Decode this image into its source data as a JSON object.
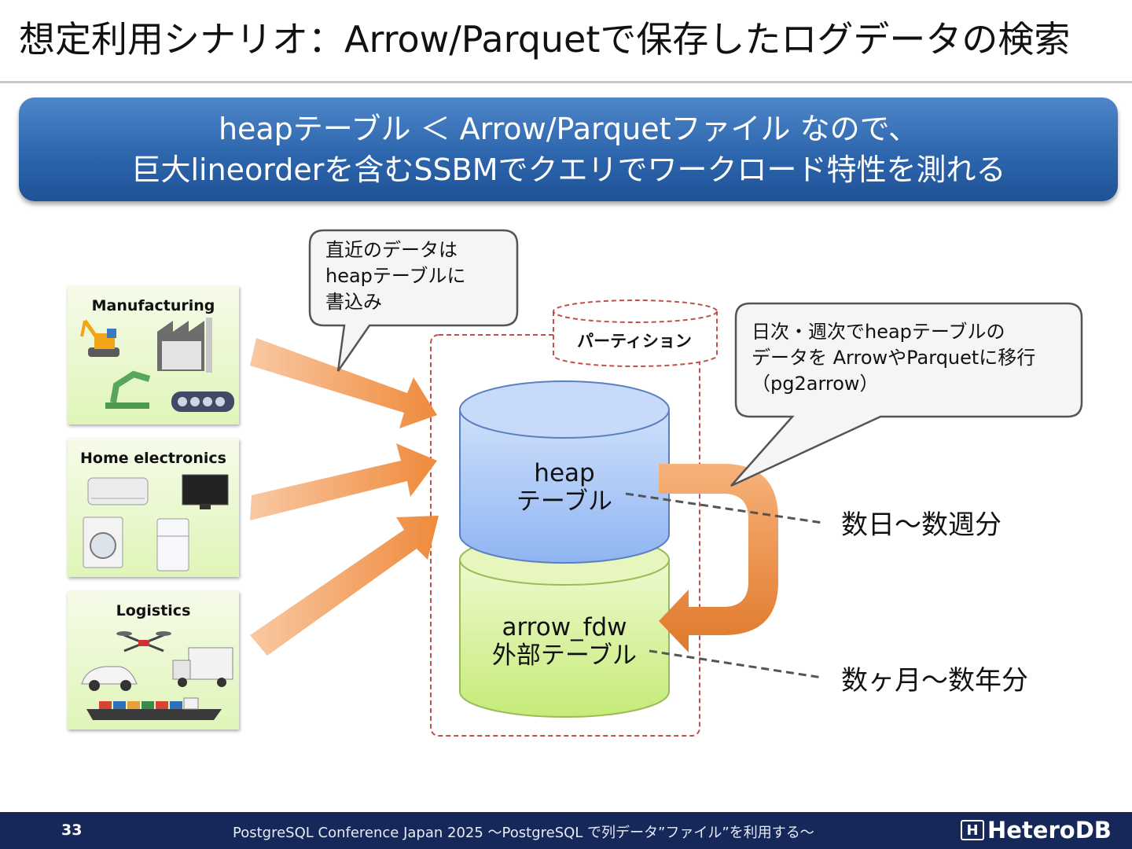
{
  "title": "想定利用シナリオ：Arrow/Parquetで保存したログデータの検索",
  "banner": {
    "line1": "heapテーブル ＜ Arrow/Parquetファイル なので、",
    "line2": "巨大lineorderを含むSSBMでクエリでワークロード特性を測れる"
  },
  "sources": [
    {
      "label": "Manufacturing"
    },
    {
      "label": "Home electronics"
    },
    {
      "label": "Logistics"
    }
  ],
  "callouts": {
    "recent": [
      "直近のデータは",
      "heapテーブルに",
      "書込み"
    ],
    "migrate": [
      "日次・週次でheapテーブルの",
      "データを ArrowやParquetに移行",
      "（pg2arrow）"
    ]
  },
  "partition_label": "パーティション",
  "heap_table": [
    "heap",
    "テーブル"
  ],
  "arrow_table": [
    "arrow_fdw",
    "外部テーブル"
  ],
  "periods": {
    "heap": "数日～数週分",
    "arrow": "数ヶ月～数年分"
  },
  "footer": {
    "page_number": "33",
    "text": "PostgreSQL Conference Japan 2025 ～PostgreSQL で列データ”ファイル”を利用する～",
    "logo_mark": "H",
    "logo": "HeteroDB"
  },
  "colors": {
    "banner": "#2d66ad",
    "arrow_orange": "#f0883a",
    "heap_blue": "#a9c6f5",
    "arrow_green": "#d5f08f",
    "partition_border": "#c0504d",
    "footer": "#16275a"
  }
}
